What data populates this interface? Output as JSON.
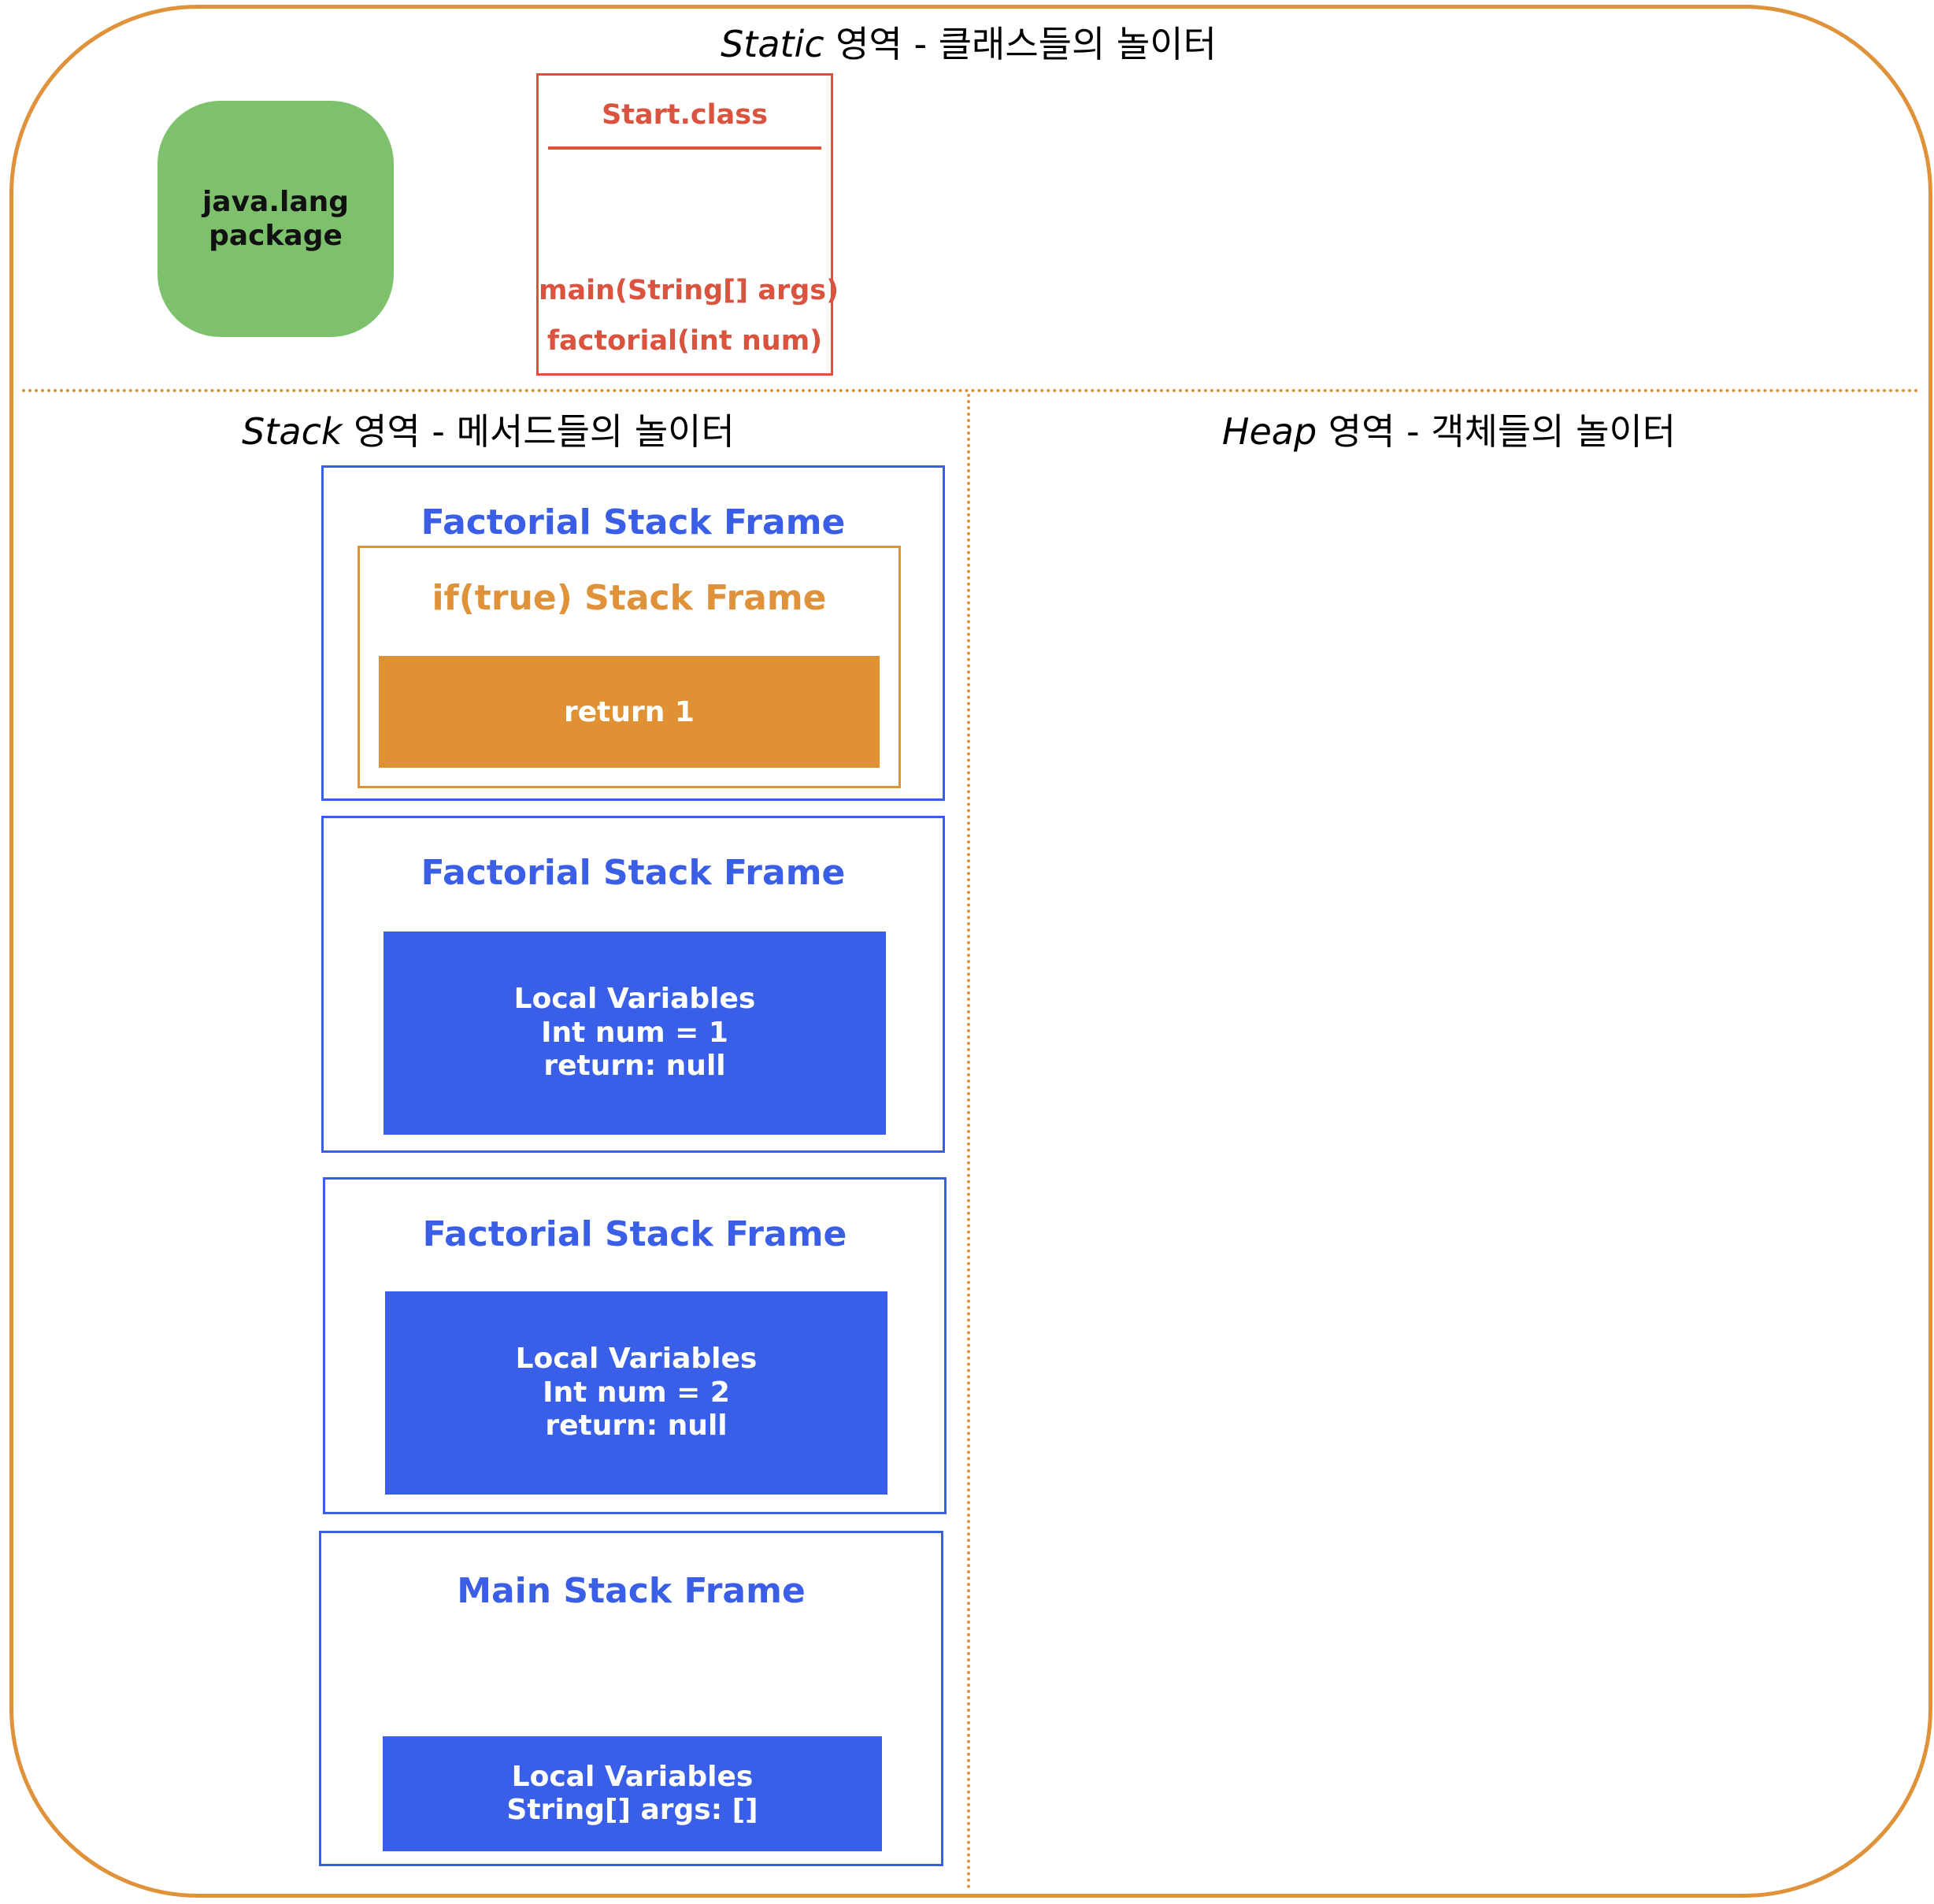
{
  "static_area": {
    "label_italic": "Static",
    "label_rest": " 영역 - 클래스들의 놀이터"
  },
  "stack_area": {
    "label_italic": "Stack",
    "label_rest": " 영역 - 메서드들의 놀이터"
  },
  "heap_area": {
    "label_italic": "Heap",
    "label_rest": " 영역 - 객체들의 놀이터"
  },
  "package": {
    "line1": "java.lang",
    "line2": "package"
  },
  "start_class": {
    "name": "Start.class",
    "methods": [
      "main(String[] args)",
      "factorial(int num)"
    ]
  },
  "frames": [
    {
      "title": "Factorial Stack Frame",
      "inner_frame": {
        "title": "if(true) Stack Frame",
        "statement": "return 1"
      }
    },
    {
      "title": "Factorial Stack Frame",
      "vars": [
        "Local Variables",
        "Int num = 1",
        "return: null"
      ]
    },
    {
      "title": "Factorial Stack Frame",
      "vars": [
        "Local Variables",
        "Int num = 2",
        "return: null"
      ]
    },
    {
      "title": "Main Stack Frame",
      "vars": [
        "Local Variables",
        "String[] args: []"
      ]
    }
  ],
  "colors": {
    "region_border": "#e0923a",
    "package_fill": "#7dc16d",
    "class_color": "#d9533f",
    "frame_blue": "#3a5fe6",
    "var_fill": "#395fe8",
    "if_frame_orange": "#e0923a"
  }
}
